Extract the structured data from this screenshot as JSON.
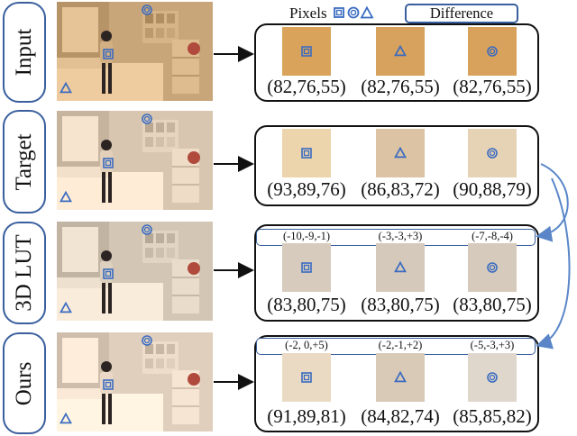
{
  "legend": {
    "pixels_label": "Pixels",
    "difference_label": "Difference"
  },
  "rows": [
    {
      "label": "Input",
      "scene_tone": "#c9a57a",
      "patches": [
        {
          "shape": "square",
          "color": "#d9a35c",
          "value": "(82,76,55)"
        },
        {
          "shape": "triangle",
          "color": "#d6a25e",
          "value": "(82,76,55)"
        },
        {
          "shape": "circle",
          "color": "#d8a25d",
          "value": "(82,76,55)"
        }
      ],
      "differences": null
    },
    {
      "label": "Target",
      "scene_tone": "#d8c6b1",
      "patches": [
        {
          "shape": "square",
          "color": "#ecd4ad",
          "value": "(93,89,76)"
        },
        {
          "shape": "triangle",
          "color": "#dcc3a3",
          "value": "(86,83,72)"
        },
        {
          "shape": "circle",
          "color": "#e6d2b5",
          "value": "(90,88,79)"
        }
      ],
      "differences": null
    },
    {
      "label": "3D LUT",
      "scene_tone": "#d3c6b5",
      "patches": [
        {
          "shape": "square",
          "color": "#d6cbbd",
          "value": "(83,80,75)"
        },
        {
          "shape": "triangle",
          "color": "#d5c9bb",
          "value": "(83,80,75)"
        },
        {
          "shape": "circle",
          "color": "#d5cabb",
          "value": "(83,80,75)"
        }
      ],
      "differences": [
        "(-10,-9,-1)",
        "(-3,-3,+3)",
        "(-7,-8,-4)"
      ]
    },
    {
      "label": "Ours",
      "scene_tone": "#e0cfbc",
      "patches": [
        {
          "shape": "square",
          "color": "#ebdac3",
          "value": "(91,89,81)"
        },
        {
          "shape": "triangle",
          "color": "#d9cab7",
          "value": "(84,82,74)"
        },
        {
          "shape": "circle",
          "color": "#dfd7cc",
          "value": "(85,85,82)"
        }
      ],
      "differences": [
        "(-2, 0,+5)",
        "(-2,-1,+2)",
        "(-5,-3,+3)"
      ]
    }
  ],
  "colors": {
    "marker": "#3a6bc0",
    "frame_blue": "#3a5f9e",
    "arrow": "#111111",
    "curve": "#5a86c8"
  }
}
